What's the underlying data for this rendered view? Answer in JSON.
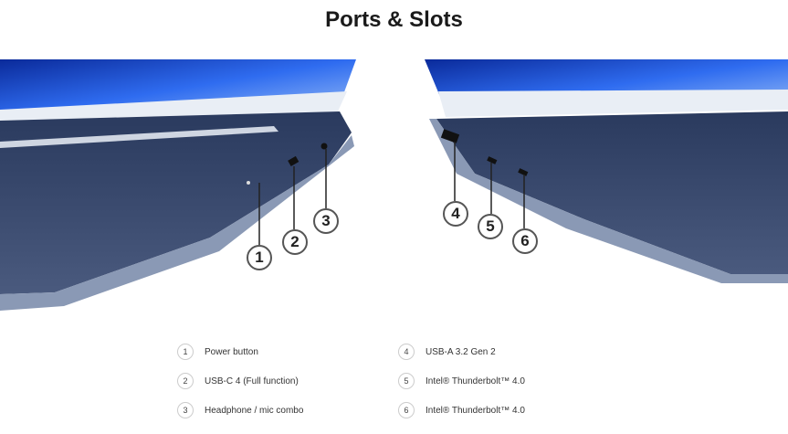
{
  "title": "Ports & Slots",
  "ports": [
    {
      "num": "1",
      "label": "Power button"
    },
    {
      "num": "2",
      "label": "USB-C 4 (Full function)"
    },
    {
      "num": "3",
      "label": "Headphone / mic combo"
    },
    {
      "num": "4",
      "label": "USB-A 3.2 Gen 2"
    },
    {
      "num": "5",
      "label": "Intel® Thunderbolt™ 4.0"
    },
    {
      "num": "6",
      "label": "Intel® Thunderbolt™ 4.0"
    }
  ]
}
